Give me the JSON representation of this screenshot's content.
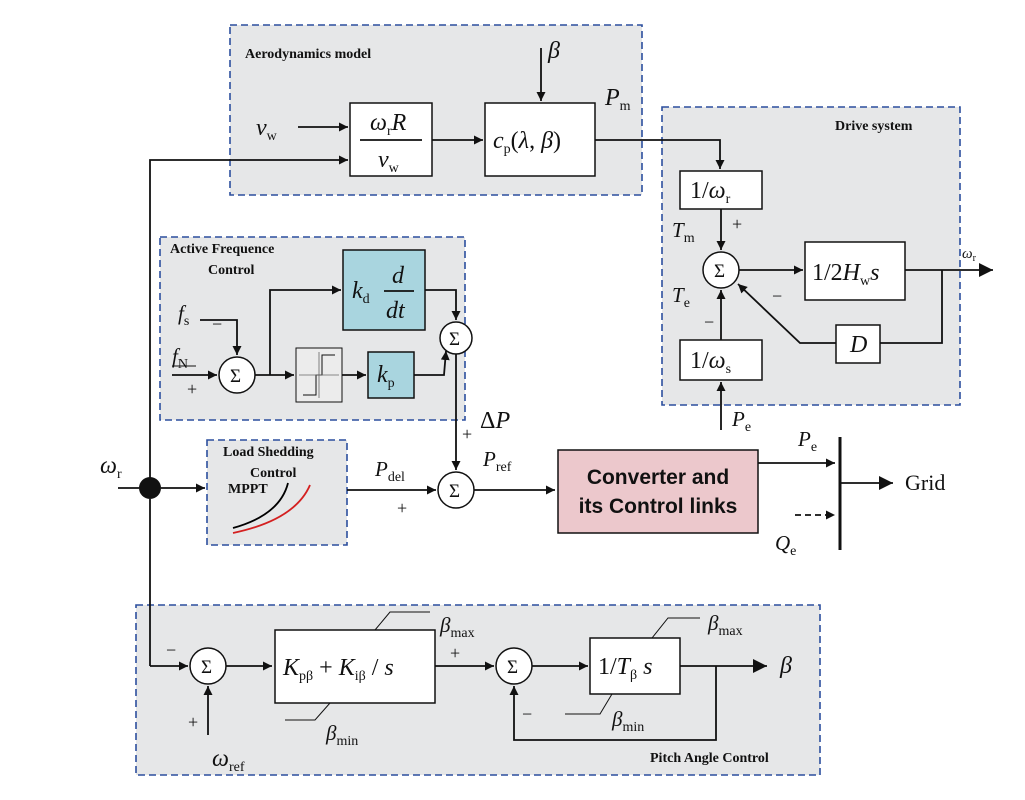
{
  "regions": {
    "aero_title": "Aerodynamics model",
    "drive_title": "Drive system",
    "afc_title_line1": "Active Frequence",
    "afc_title_line2": "Control",
    "load_title_line1": "Load Shedding",
    "load_title_line2": "Control",
    "pitch_title": "Pitch Angle Control"
  },
  "blocks": {
    "mppt_label": "MPPT",
    "converter_line1": "Converter and",
    "converter_line2": "its Control links",
    "grid_label": "Grid",
    "sigma": "Σ"
  },
  "signs": {
    "plus": "+",
    "minus": "−"
  },
  "colors": {
    "region_fill": "#e6e7e8",
    "region_border": "#2c4f9e",
    "derivative_block": "#a9d5df",
    "converter_block": "#ecc8cc",
    "mppt_upper_curve": "#000000",
    "mppt_lower_curve": "#d42020"
  }
}
